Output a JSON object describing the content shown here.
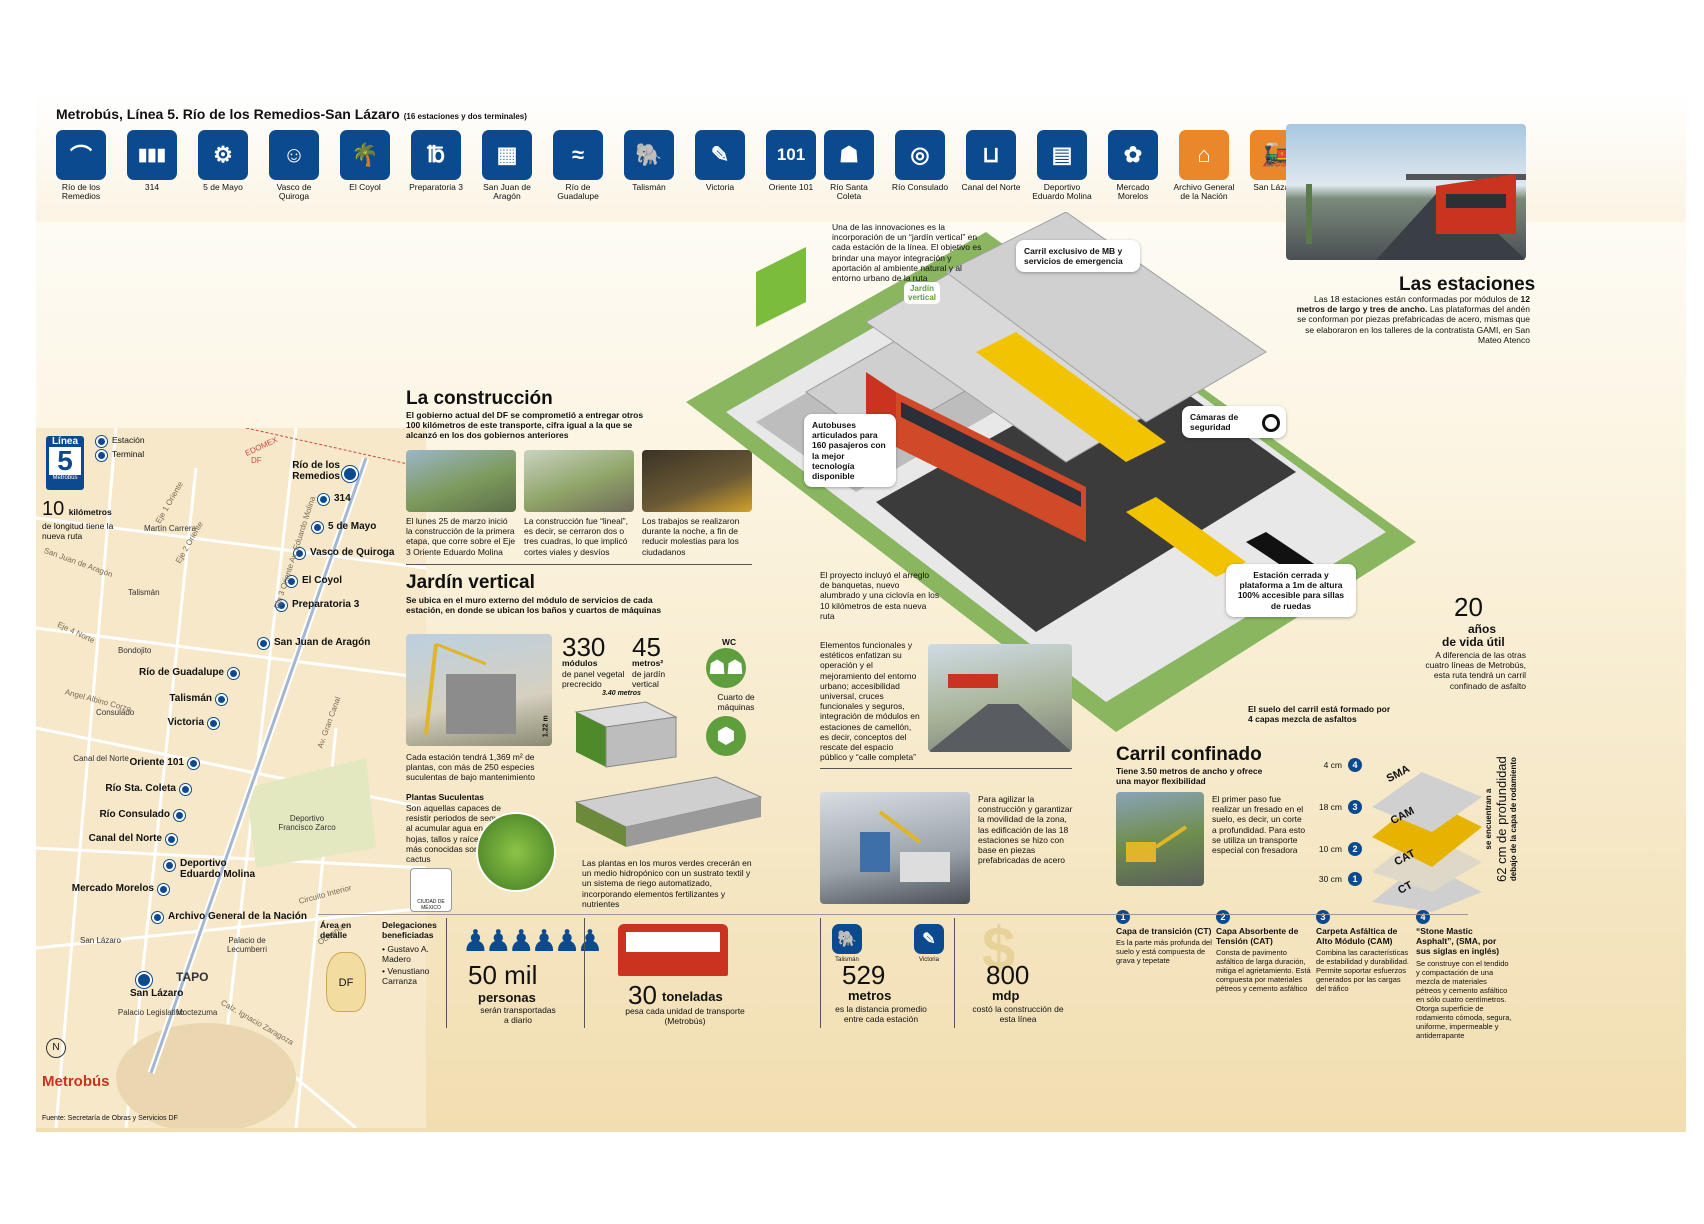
{
  "header": {
    "title": "Metrobús, Línea 5. Río de los Remedios-San Lázaro",
    "subtitle": "(16 estaciones y dos terminales)"
  },
  "stations_left": [
    {
      "label": "Río de los Remedios",
      "glyph": "⌒"
    },
    {
      "label": "314",
      "glyph": "▮▮▮"
    },
    {
      "label": "5 de Mayo",
      "glyph": "⚙"
    },
    {
      "label": "Vasco de Quiroga",
      "glyph": "☺"
    },
    {
      "label": "El Coyol",
      "glyph": "🌴"
    },
    {
      "label": "Preparatoria 3",
      "glyph": "℔"
    },
    {
      "label": "San Juan de Aragón",
      "glyph": "▦"
    },
    {
      "label": "Río de Guadalupe",
      "glyph": "≈"
    },
    {
      "label": "Talismán",
      "glyph": "🐘"
    },
    {
      "label": "Victoria",
      "glyph": "✎"
    },
    {
      "label": "Oriente 101",
      "glyph": "101"
    }
  ],
  "stations_right": [
    {
      "label": "Río Santa Coleta",
      "glyph": "☗",
      "color": "blue"
    },
    {
      "label": "Río Consulado",
      "glyph": "◎",
      "color": "blue"
    },
    {
      "label": "Canal del Norte",
      "glyph": "⊔",
      "color": "blue"
    },
    {
      "label": "Deportivo Eduardo Molina",
      "glyph": "▤",
      "color": "blue"
    },
    {
      "label": "Mercado Morelos",
      "glyph": "✿",
      "color": "blue"
    },
    {
      "label": "Archivo General de la Nación",
      "glyph": "⌂",
      "color": "orange"
    },
    {
      "label": "San Lázaro",
      "glyph": "🚂",
      "color": "orange"
    }
  ],
  "map": {
    "linea_label": "Línea",
    "linea_num": "5",
    "metrobus_small": "Metrobús",
    "legend_estacion": "Estación",
    "legend_terminal": "Terminal",
    "km_num": "10",
    "km_unit": "kilómetros",
    "km_text": "de longitud tiene la nueva ruta",
    "edomex": "EDOMEX",
    "df": "DF",
    "stations": [
      "Río de los Remedios",
      "314",
      "5 de Mayo",
      "Vasco de Quiroga",
      "El Coyol",
      "Preparatoria 3",
      "San Juan de Aragón",
      "Río de Guadalupe",
      "Talismán",
      "Victoria",
      "Oriente 101",
      "Río Sta. Coleta",
      "Río Consulado",
      "Canal del Norte",
      "Deportivo Eduardo Molina",
      "Mercado Morelos",
      "Archivo General de la Nación",
      "San Lázaro"
    ],
    "places": {
      "martin_carrera": "Martín Carrera",
      "talisman": "Talismán",
      "bondojito": "Bondojito",
      "consulado": "Consulado",
      "canal_norte": "Canal del Norte",
      "san_lazaro": "San Lázaro",
      "deportivo": "Deportivo Francisco Zarco",
      "palacio": "Palacio de Lecumberri",
      "tapo": "TAPO",
      "palacio_leg": "Palacio Legislativo",
      "moctezuma": "Moctezuma"
    },
    "roads": {
      "eje1": "Eje 1 Oriente",
      "eje2": "Eje 2 Oriente",
      "eje3": "Eje 3 Oriente Av. Eduardo Molina",
      "sjaragon": "San Juan de Aragón",
      "eje4": "Eje 4 Norte",
      "albino": "Angel Albino Corzo",
      "gran_canal": "Av. Gran Canal",
      "circuito": "Circuito Interior",
      "oceania": "Oceanía",
      "zaragoza": "Calz. Ignacio Zaragoza"
    },
    "logo": "Metrobús",
    "fuente": "Fuente: Secretaría de Obras y Servicios DF"
  },
  "construccion": {
    "title": "La construcción",
    "intro": "El gobierno actual del DF se comprometió a entregar otros 100 kilómetros de este transporte, cifra igual a la que se alcanzó en los dos gobiernos anteriores",
    "captions": [
      "El lunes 25 de marzo inició la construcción de la primera etapa, que corre sobre el Eje 3 Oriente Eduardo Molina",
      "La construcción fue “lineal”, es decir, se cerraron dos o tres cuadras, lo que implicó cortes viales y desvíos",
      "Los trabajos se realizaron durante la noche, a fin de reducir molestias para los ciudadanos"
    ]
  },
  "jardin": {
    "title": "Jardín vertical",
    "intro": "Se ubica en el muro externo del módulo de servicios de cada estación, en donde se ubican los baños y cuartos de máquinas",
    "n1": "330",
    "n1_label": "módulos",
    "n1_text": "de panel vegetal precrecido",
    "n2": "45",
    "n2_label": "metros²",
    "n2_text": "de jardín vertical",
    "wc": "WC",
    "cuarto": "Cuarto de máquinas",
    "dim_w": "3.40 metros",
    "dim_h": "1.22 m",
    "cada": "Cada estación tendrá 1,369 m² de plantas, con más de 250 especies suculentas de bajo mantenimiento",
    "plantas_title": "Plantas Suculentas",
    "plantas_text": "Son aquellas capaces de resistir periodos de sequía al acumular agua en sus hojas, tallos y raíces. Las más conocidas son los cactus",
    "muros": "Las plantas en los muros verdes crecerán en un medio hidropónico con un sustrato textil y un sistema de riego automatizado, incorporando elementos fertilizantes y nutrientes",
    "badge": "CIUDAD DE MÉXICO"
  },
  "illustration": {
    "c_jardin": "Una de las innovaciones es la incorporación de un “jardín vertical” en cada estación de la línea. El objetivo es brindar una mayor integración y aportación al ambiente natural y al entorno urbano de la ruta",
    "c_jardin_tag": "Jardín vertical",
    "c_carril": "Carril exclusivo de MB y servicios de emergencia",
    "c_autobuses": "Autobuses articulados para 160 pasajeros con la mejor tecnología disponible",
    "c_camaras": "Cámaras de seguridad",
    "c_estacion": "Estación cerrada y plataforma a 1m de altura 100% accesible para sillas de ruedas",
    "c_proyecto": "El proyecto incluyó el arreglo de banquetas, nuevo alumbrado y una ciclovía en los 10 kilómetros de esta nueva ruta",
    "c_elementos": "Elementos funcionales y estéticos enfatizan su operación y el mejoramiento del entorno urbano; accesibilidad universal, cruces funcionales y seguros, integración de módulos en estaciones de camellón, es decir, conceptos del rescate del espacio público y “calle completa”",
    "c_agilizar": "Para agilizar la construcción y garantizar la movilidad de la zona, las edificación de las 18 estaciones se hizo con base en piezas prefabricadas de acero",
    "c_suelo": "El suelo del carril está formado por 4 capas mezcla de asfaltos"
  },
  "estaciones": {
    "title": "Las estaciones",
    "text1": "Las 18 estaciones están conformadas por módulos de ",
    "text_b": "12 metros de largo y tres de ancho.",
    "text2": "Las plataformas del andén se conforman por piezas prefabricadas de acero, mismas que se elaboraron en los talleres de la contratista GAMI, en San Mateo Atenco"
  },
  "vida": {
    "num": "20",
    "label1": "años",
    "label2": "de vida útil",
    "text": "A diferencia de las otras cuatro líneas de Metrobús, esta ruta tendrá un carril confinado de asfalto"
  },
  "carril": {
    "title": "Carril confinado",
    "intro": "Tiene 3.50 metros de ancho y ofrece una mayor flexibilidad",
    "fresado": "El primer paso fue realizar un fresado en el suelo, es decir, un corte a profundidad. Para esto se utiliza un transporte especial con fresadora",
    "layers": [
      {
        "cm": "4 cm",
        "n": "4",
        "code": "SMA"
      },
      {
        "cm": "18 cm",
        "n": "3",
        "code": "CAM"
      },
      {
        "cm": "10 cm",
        "n": "2",
        "code": "CAT"
      },
      {
        "cm": "30 cm",
        "n": "1",
        "code": "CT"
      }
    ],
    "depth1": "se encuentran a",
    "depth2": "62 cm de profundidad",
    "depth3": "debajo de la capa de rodamiento",
    "defs": [
      {
        "n": "1",
        "title": "Capa de transición (CT)",
        "text": "Es la parte más profunda del suelo y está compuesta de grava y tepetate"
      },
      {
        "n": "2",
        "title": "Capa Absorbente de Tensión (CAT)",
        "text": "Consta de pavimento asfáltico de larga duración, mitiga el agrietamiento. Está compuesta por materiales pétreos y cemento asfáltico"
      },
      {
        "n": "3",
        "title": "Carpeta Asfáltica de Alto Módulo (CAM)",
        "text": "Combina las características de estabilidad y durabilidad. Permite soportar esfuerzos generados por las cargas del tráfico"
      },
      {
        "n": "4",
        "title": "“Stone Mastic Asphalt”, (SMA, por sus siglas en inglés)",
        "text": "Se construye con el tendido y compactación de una mezcla de materiales pétreos y cemento asfáltico en sólo cuatro centímetros. Otorga superficie de rodamiento cómoda, segura, uniforme, impermeable y antiderrapante"
      }
    ]
  },
  "bottom": {
    "area": "Área en detalle",
    "area_df": "DF",
    "deleg_title": "Delegaciones beneficiadas",
    "deleg": [
      "Gustavo A. Madero",
      "Venustiano Carranza"
    ],
    "personas_num": "50 mil",
    "personas_label": "personas",
    "personas_text": "serán transportadas a diario",
    "ton_num": "30",
    "ton_label": "toneladas",
    "ton_text": "pesa cada unidad de transporte (Metrobús)",
    "talisman": "Talismán",
    "victoria": "Victoria",
    "metros_num": "529",
    "metros_label": "metros",
    "metros_text": "es la distancia promedio entre cada estación",
    "mdp_num": "800",
    "mdp_label": "mdp",
    "mdp_text": "costó la construcción de esta línea"
  }
}
